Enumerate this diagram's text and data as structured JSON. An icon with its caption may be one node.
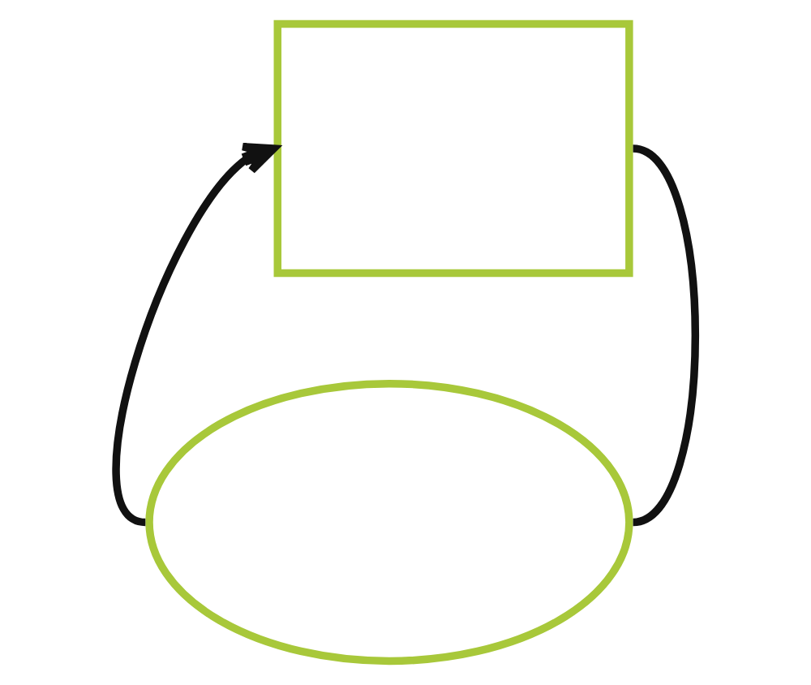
{
  "diagram": {
    "nodes": [
      {
        "text": [],
        "shape": "box"
      },
      {
        "text": [],
        "shape": "cloud"
      }
    ],
    "edges": [
      {
        "from": 1,
        "to": 0,
        "arrow": "to"
      },
      {
        "from": 0,
        "to": 1,
        "arrow": "none"
      }
    ]
  }
}
